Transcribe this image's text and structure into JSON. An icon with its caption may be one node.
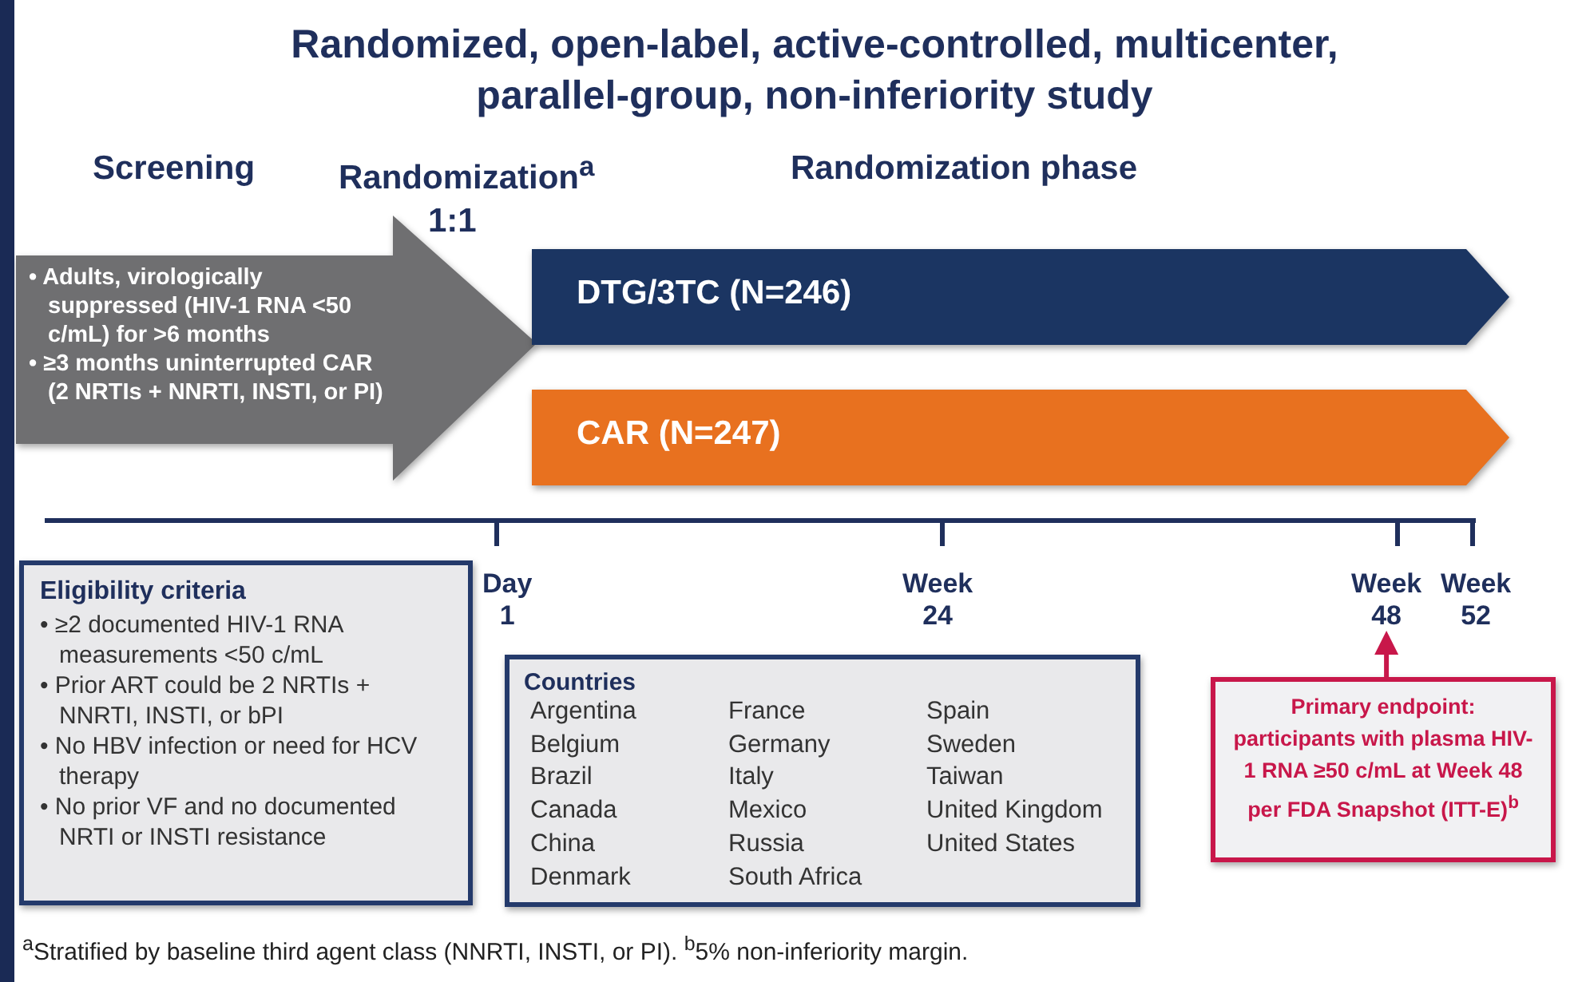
{
  "diagram": {
    "title": "Randomized, open-label, active-controlled, multicenter, parallel-group, non-inferiority study",
    "caption": "$^{a}$Stratified by baseline third agent class (NNRTI, INSTI, or PI). $^{b}$5% non-inferiority margin.",
    "nodes": [
      {
        "text": [
          "• Adults, virologically suppressed (HIV-1 RNA <50 c/mL) for >6 months",
          "• ≥3 months uninterrupted CAR (2 NRTIs + NNRTI, INSTI, or PI)"
        ]
      },
      {
        "text": [
          "DTG/3TC (N=246)"
        ]
      },
      {
        "text": [
          "CAR (N=247)"
        ]
      },
      {
        "text": [
          "Eligibility criteria",
          "• ≥2 documented HIV-1 RNA measurements <50 c/mL",
          "• Prior ART could be 2 NRTIs + NNRTI, INSTI, or bPI",
          "• No HBV infection or need for HCV therapy",
          "• No prior VF and no documented NRTI or INSTI resistance"
        ]
      },
      {
        "text": [
          "Countries",
          "Argentina",
          "France",
          "Spain",
          "Belgium",
          "Germany",
          "Sweden",
          "Brazil",
          "Italy",
          "Taiwan",
          "Canada",
          "Mexico",
          "United Kingdom",
          "China",
          "Russia",
          "United States",
          "Denmark",
          "South Africa"
        ]
      },
      {
        "text": [
          "Week 48"
        ]
      },
      {
        "text": [
          "Primary endpoint: participants with plasma HIV-1 RNA ≥50 c/mL at Week 48 per FDA Snapshot (ITT-E)$^{b}$"
        ]
      }
    ],
    "edges": [
      {
        "from": 6,
        "to": 5,
        "arrow": "to"
      }
    ],
    "labels": [
      "Screening",
      "Randomization$^{a}$",
      "Randomization phase",
      "1:1",
      "Day 1",
      "Week 24",
      "Week 52"
    ]
  }
}
